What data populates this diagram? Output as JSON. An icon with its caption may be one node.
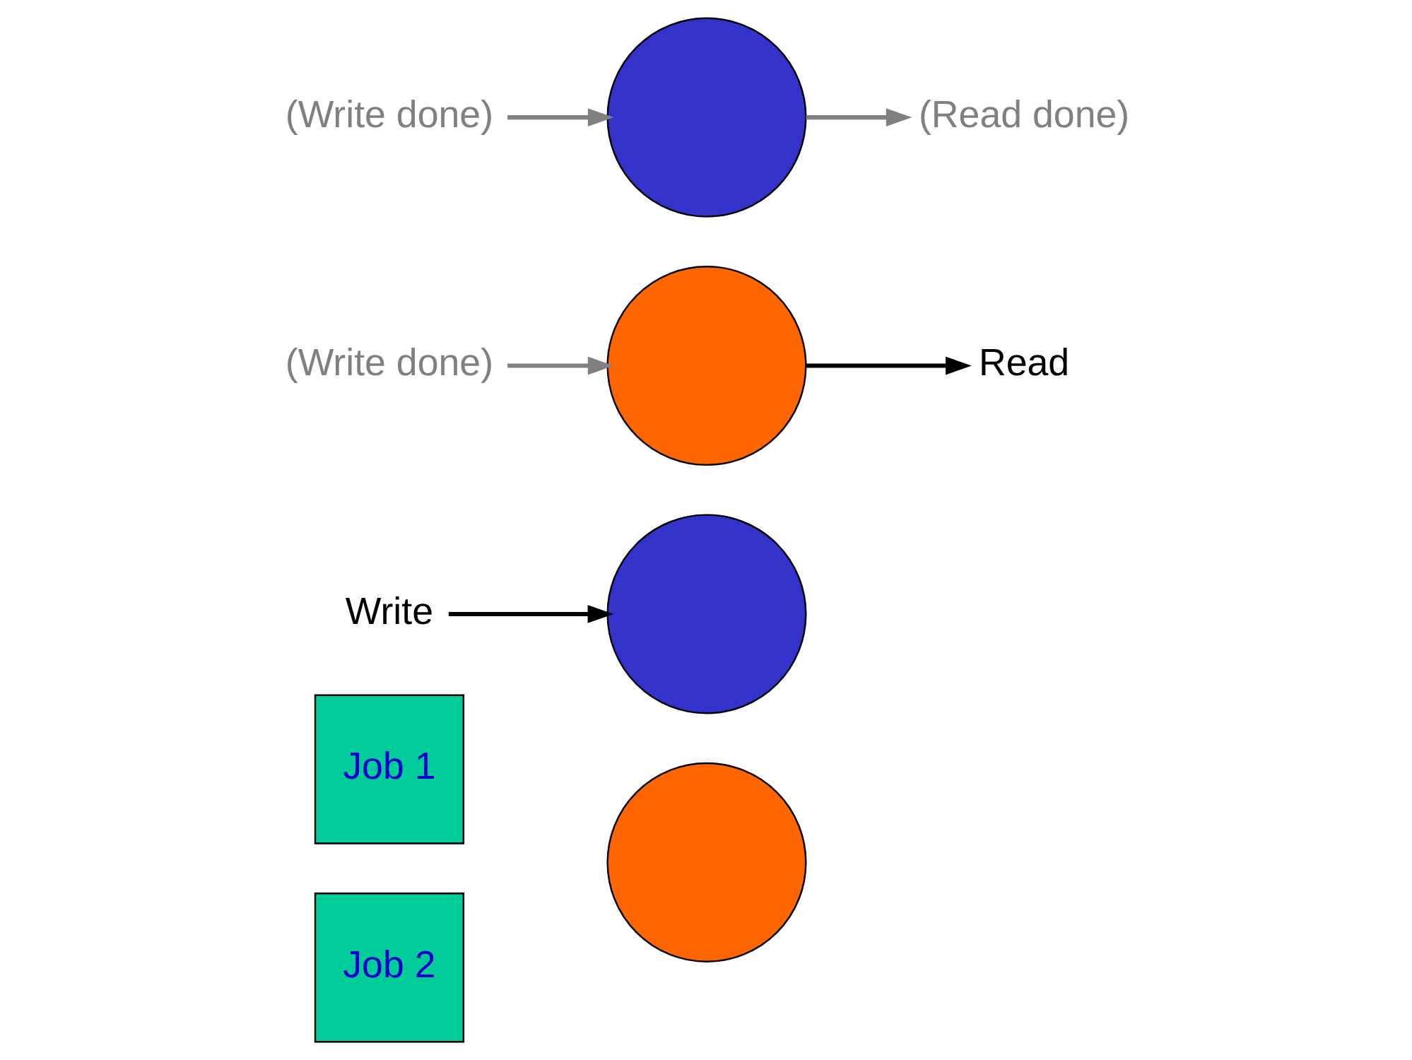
{
  "diagram": {
    "nodes": [
      {
        "text": [
          "Job 1"
        ]
      },
      {
        "text": [
          "Job 2"
        ]
      },
      {
        "text": [
          "(Read done)"
        ]
      },
      {
        "text": [
          "Read"
        ]
      },
      {
        "text": [
          "(Write done)"
        ]
      },
      {
        "text": [
          "(Write done)"
        ]
      },
      {
        "text": [
          "Write"
        ]
      },
      {
        "text": [],
        "shape": "circle"
      },
      {
        "text": [],
        "shape": "circle"
      },
      {
        "text": [],
        "shape": "circle"
      },
      {
        "text": [],
        "shape": "circle"
      }
    ],
    "edges": [
      {
        "from": 4,
        "to": 7,
        "arrow": "to"
      },
      {
        "from": 5,
        "to": 8,
        "arrow": "to"
      },
      {
        "from": 6,
        "to": 9,
        "arrow": "to",
        "color": "#000000"
      },
      {
        "from": 7,
        "to": 2,
        "arrow": "to"
      },
      {
        "from": 8,
        "to": 3,
        "arrow": "to",
        "color": "#000000"
      }
    ]
  }
}
